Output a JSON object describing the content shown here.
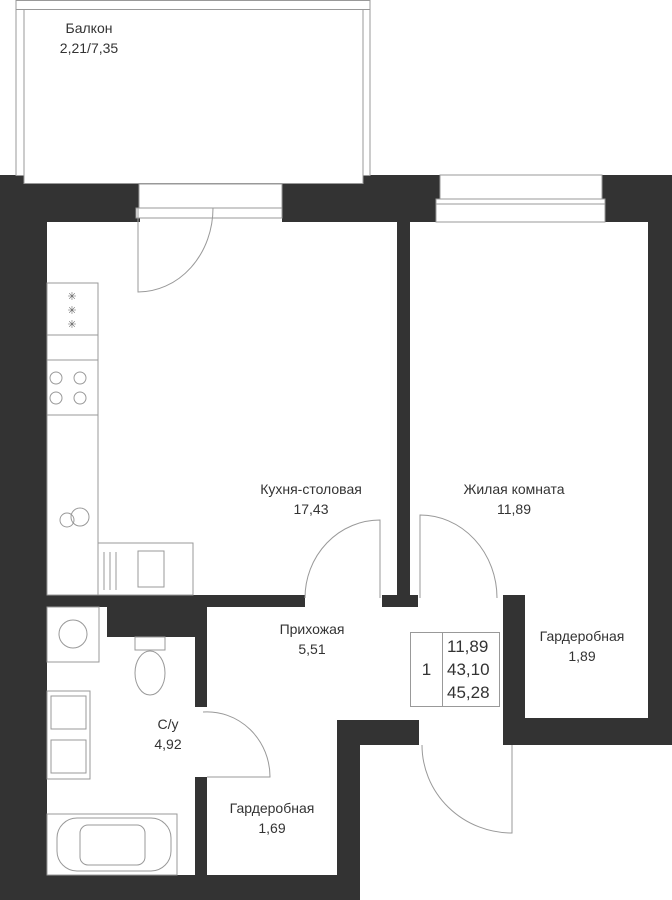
{
  "rooms": [
    {
      "id": "balcony",
      "name": "Балкон",
      "area": "2,21/7,35"
    },
    {
      "id": "kitchen",
      "name": "Кухня-столовая",
      "area": "17,43"
    },
    {
      "id": "living",
      "name": "Жилая комната",
      "area": "11,89"
    },
    {
      "id": "hallway",
      "name": "Прихожая",
      "area": "5,51"
    },
    {
      "id": "wardrobe1",
      "name": "Гардеробная",
      "area": "1,89"
    },
    {
      "id": "bathroom",
      "name": "С/у",
      "area": "4,92"
    },
    {
      "id": "wardrobe2",
      "name": "Гардеробная",
      "area": "1,69"
    }
  ],
  "summary": {
    "rooms_count": "1",
    "living_area": "11,89",
    "total_area": "43,10",
    "area_with_balcony": "45,28"
  },
  "colors": {
    "wall": "#333333",
    "line": "#999999"
  }
}
